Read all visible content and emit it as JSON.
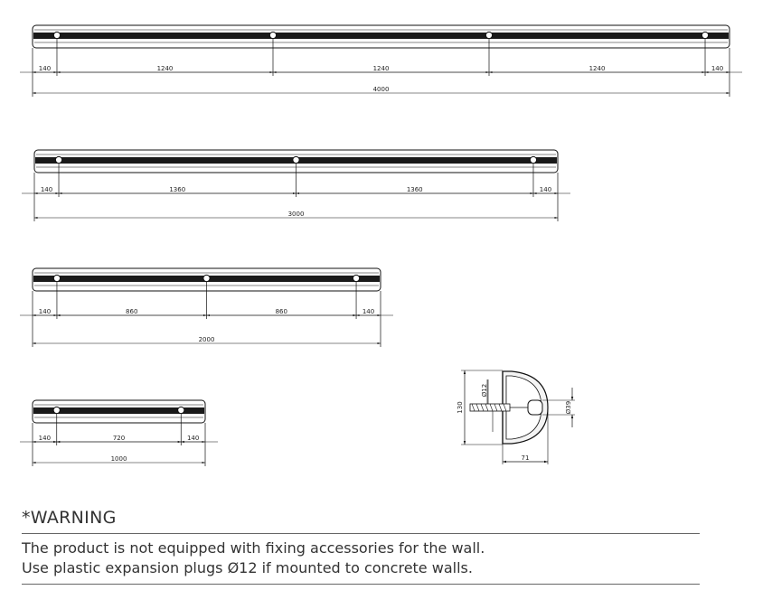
{
  "bars": [
    {
      "total": "4000",
      "segments": [
        "140",
        "1240",
        "1240",
        "1240",
        "140"
      ]
    },
    {
      "total": "3000",
      "segments": [
        "140",
        "1360",
        "1360",
        "140"
      ]
    },
    {
      "total": "2000",
      "segments": [
        "140",
        "860",
        "860",
        "140"
      ]
    },
    {
      "total": "1000",
      "segments": [
        "140",
        "720",
        "140"
      ]
    }
  ],
  "section": {
    "hole_diameter": "Ø12",
    "bumper_diameter": "Ø39",
    "height": "130",
    "depth": "71"
  },
  "warning": {
    "title": "*WARNING",
    "line1": "The product is not equipped with fixing accessories for the wall.",
    "line2": "Use plastic expansion plugs Ø12 if mounted to concrete walls."
  }
}
